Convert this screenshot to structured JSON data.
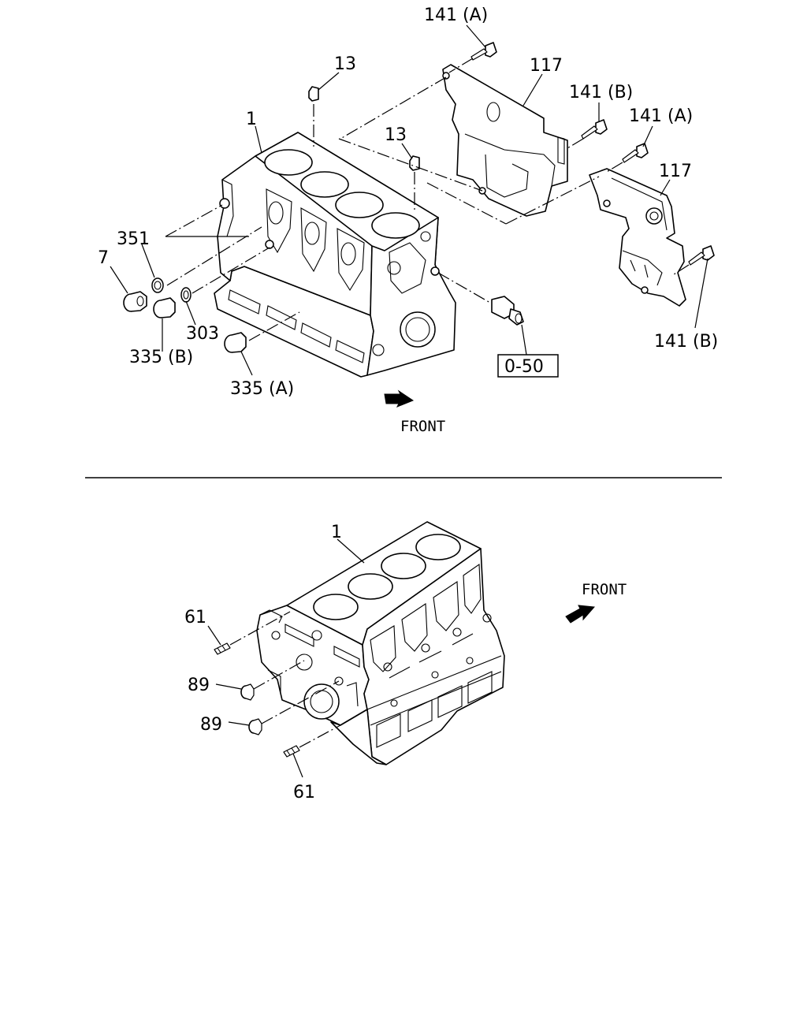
{
  "labels": {
    "l141a_top": "141 (A)",
    "l117_top": "117",
    "l141b_top": "141 (B)",
    "l141a_right": "141 (A)",
    "l117_right": "117",
    "l141b_bottom": "141 (B)",
    "l13_left": "13",
    "l13_right": "13",
    "l1_top": "1",
    "l351": "351",
    "l7": "7",
    "l303": "303",
    "l335b": "335 (B)",
    "l335a": "335 (A)",
    "l050": "0-50",
    "front_top": "FRONT",
    "l1_bottom": "1",
    "front_bottom": "FRONT",
    "l61_top": "61",
    "l89_a": "89",
    "l89_b": "89",
    "l61_bottom": "61"
  },
  "colors": {
    "line": "#000000",
    "background": "#ffffff"
  }
}
